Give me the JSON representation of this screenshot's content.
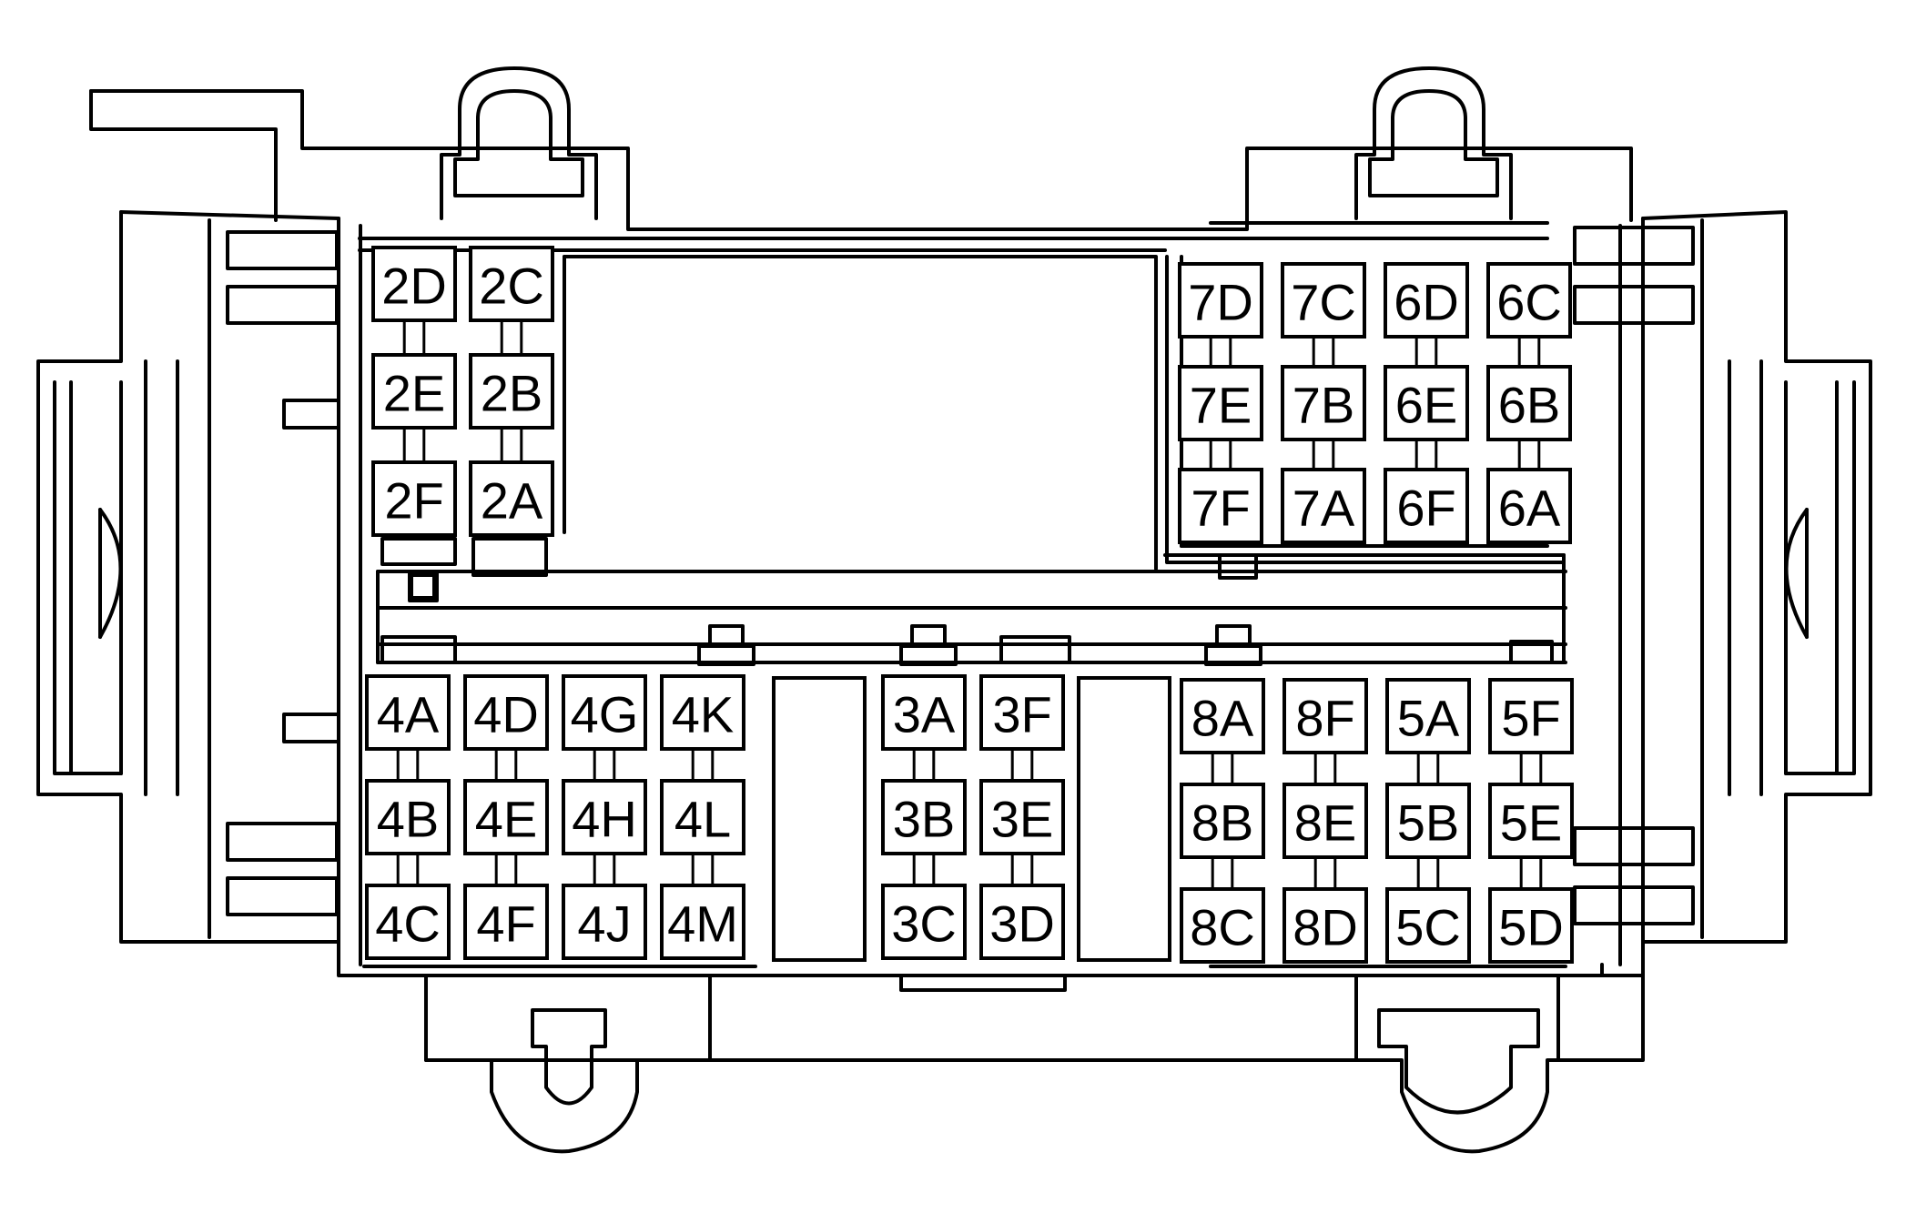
{
  "cavities": {
    "c2D": "2D",
    "c2C": "2C",
    "c2E": "2E",
    "c2B": "2B",
    "c2F": "2F",
    "c2A": "2A",
    "c7D": "7D",
    "c7C": "7C",
    "c6D": "6D",
    "c6C": "6C",
    "c7E": "7E",
    "c7B": "7B",
    "c6E": "6E",
    "c6B": "6B",
    "c7F": "7F",
    "c7A": "7A",
    "c6F": "6F",
    "c6A": "6A",
    "c4A": "4A",
    "c4D": "4D",
    "c4G": "4G",
    "c4K": "4K",
    "c4B": "4B",
    "c4E": "4E",
    "c4H": "4H",
    "c4L": "4L",
    "c4C": "4C",
    "c4F": "4F",
    "c4J": "4J",
    "c4M": "4M",
    "c3A": "3A",
    "c3F": "3F",
    "c3B": "3B",
    "c3E": "3E",
    "c3C": "3C",
    "c3D": "3D",
    "c8A": "8A",
    "c8F": "8F",
    "c5A": "5A",
    "c5F": "5F",
    "c8B": "8B",
    "c8E": "8E",
    "c5B": "5B",
    "c5E": "5E",
    "c8C": "8C",
    "c8D": "8D",
    "c5C": "5C",
    "c5D": "5D"
  }
}
